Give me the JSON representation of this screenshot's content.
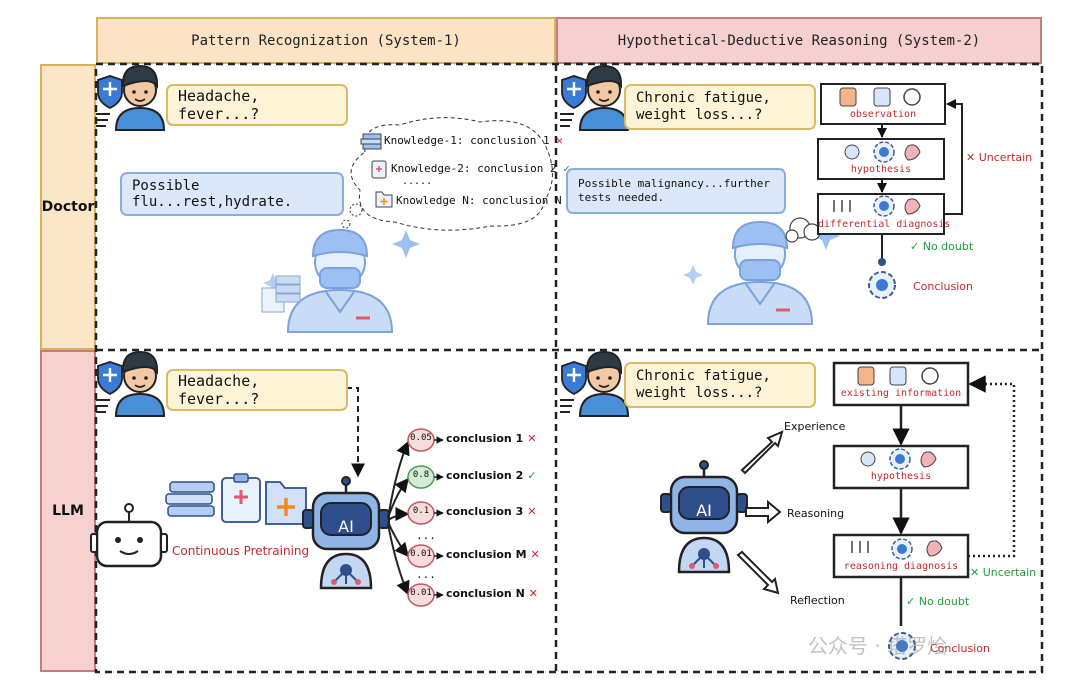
{
  "columns": {
    "system1": "Pattern Recognization (System-1)",
    "system2": "Hypothetical-Deductive Reasoning (System-2)"
  },
  "rows": {
    "doctor": "Doctor",
    "llm": "LLM"
  },
  "doctor_s1": {
    "query": "Headache, fever...?",
    "answer": "Possible flu...rest,hydrate.",
    "knowledge": [
      {
        "label": "Knowledge-1: conclusion 1",
        "mark": "✕",
        "ok": false
      },
      {
        "label": "Knowledge-2: conclusion 2",
        "mark": "✓",
        "ok": true
      },
      {
        "label": "Knowledge N: conclusion N",
        "mark": "✕",
        "ok": false
      }
    ],
    "ellipsis": "....."
  },
  "doctor_s2": {
    "query": "Chronic fatigue, weight loss...?",
    "answer": "Possible malignancy...further tests needed.",
    "steps": [
      "observation",
      "hypothesis",
      "differential diagnosis"
    ],
    "uncertain": "✕ Uncertain",
    "nodoubt": "✓ No doubt",
    "conclusion": "Conclusion"
  },
  "llm_s1": {
    "query": "Headache, fever...?",
    "pretraining": "Continuous Pretraining",
    "ai_label": "AI",
    "outcomes": [
      {
        "prob": "0.05",
        "label": "conclusion 1",
        "mark": "✕",
        "ok": false
      },
      {
        "prob": "0.8",
        "label": "conclusion 2",
        "mark": "✓",
        "ok": true
      },
      {
        "prob": "0.1",
        "label": "conclusion 3",
        "mark": "✕",
        "ok": false
      },
      {
        "prob": "0.01",
        "label": "conclusion M",
        "mark": "✕",
        "ok": false
      },
      {
        "prob": "0.01",
        "label": "conclusion N",
        "mark": "✕",
        "ok": false
      }
    ],
    "ellipsis": "..."
  },
  "llm_s2": {
    "query": "Chronic fatigue, weight loss...?",
    "ai_label": "AI",
    "branches": [
      "Experience",
      "Reasoning",
      "Reflection"
    ],
    "steps": [
      "existing information",
      "hypothesis",
      "reasoning diagnosis"
    ],
    "uncertain": "✕ Uncertain",
    "nodoubt": "✓ No doubt",
    "conclusion": "Conclusion"
  },
  "watermark": "公众号 · 塔罗烩",
  "colors": {
    "sys1_header": "#fde3c6",
    "sys2_header": "#f6cfd0",
    "doctor_label": "#fbe7c8",
    "llm_label": "#f7d0d0",
    "yellow_bubble": "#fdf3d6",
    "blue_bubble": "#dbe8fb",
    "red": "#c8282d",
    "green": "#1f9d3a"
  }
}
